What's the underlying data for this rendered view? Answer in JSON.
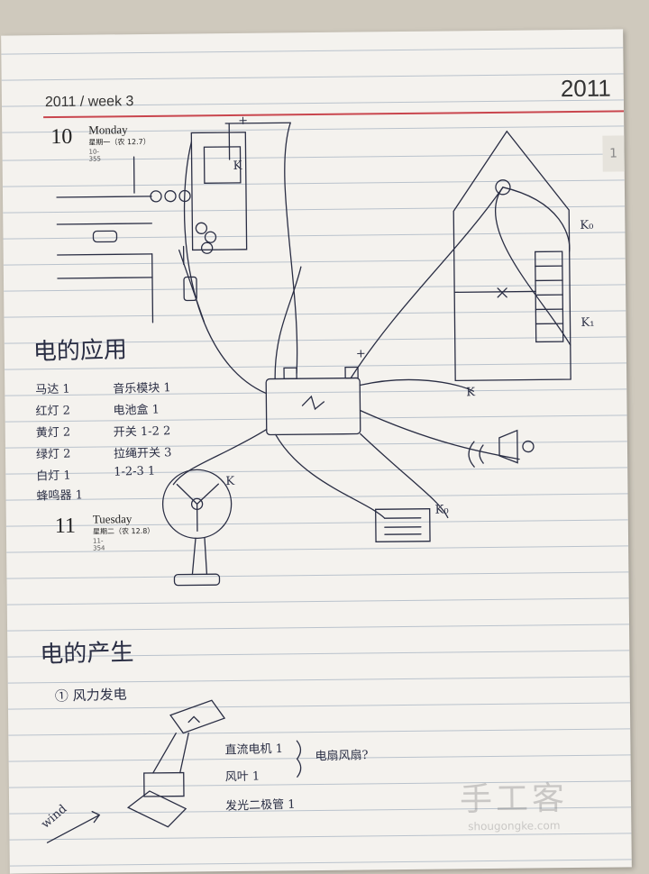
{
  "header": {
    "week_label": "2011 / week 3",
    "year": "2011"
  },
  "side_tab": "1",
  "days": [
    {
      "number": "10",
      "name": "Monday",
      "lunar": "星期一（农 12.7）",
      "day_of_year": "10-355"
    },
    {
      "number": "11",
      "name": "Tuesday",
      "lunar": "星期二（农 12.8）",
      "day_of_year": "11-354"
    }
  ],
  "notes": {
    "section1_title": "电的应用",
    "inventory": [
      "马达 1",
      "红灯 2",
      "黄灯 2",
      "绿灯 2",
      "白灯 1",
      "蜂鸣器 1",
      "音乐模块 1",
      "电池盒 1",
      "开关 1-2 2",
      "拉绳开关 3",
      "1-2-3 1"
    ],
    "section2_title": "电的产生",
    "item1": "① 风力发电",
    "parts": [
      "直流电机 1",
      "风叶 1",
      "发光二极管 1"
    ],
    "parts_note": "电扇风扇?",
    "wind_label": "wind"
  },
  "diagram_labels": {
    "k": "K",
    "k0": "K₀",
    "k1": "K₁",
    "plus": "+"
  },
  "watermark": {
    "cn": "手工客",
    "en": "shougongke.com"
  },
  "colors": {
    "ink": "#2a2e44",
    "red_rule": "#c9464e",
    "paper": "#f4f2ee"
  }
}
